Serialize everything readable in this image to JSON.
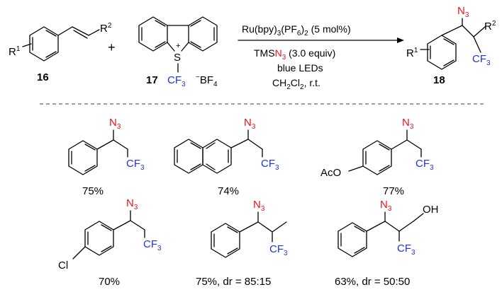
{
  "colors": {
    "azide": "#e8141c",
    "cf3": "#2233dd",
    "text": "#000000"
  },
  "scheme": {
    "reactant_alkene": {
      "label": "16",
      "r1": "R",
      "r1_sup": "1",
      "r2": "R",
      "r2_sup": "2"
    },
    "plus": "+",
    "reagent": {
      "label": "17",
      "charge": "+",
      "s": "S",
      "cf3": "CF",
      "cf3_sub": "3",
      "counterion": "BF",
      "counterion_charge": "−",
      "counterion_sub": "4"
    },
    "conditions": {
      "catalyst": "Ru(bpy)",
      "cat_sub1": "3",
      "cat_mid": "(PF",
      "cat_sub2": "6",
      "cat_end": ")",
      "cat_sub3": "2",
      "cat_loading": " (5 mol%)",
      "tms": "TMS",
      "n3": "N",
      "n3_sub": "3",
      "tms_equiv": " (3.0 equiv)",
      "light": "blue LEDs",
      "solvent": "CH",
      "solv_sub1": "2",
      "solv_mid": "Cl",
      "solv_sub2": "2",
      "solv_end": ", r.t."
    },
    "product": {
      "label": "18",
      "r1": "R",
      "r1_sup": "1",
      "r2": "R",
      "r2_sup": "2"
    }
  },
  "group_labels": {
    "n3": "N",
    "n3_sub": "3",
    "cf": "CF",
    "cf_sub": "3"
  },
  "products": [
    {
      "yield": "75%"
    },
    {
      "yield": "74%"
    },
    {
      "yield": "77%",
      "substituent": "AcO"
    },
    {
      "yield": "70%",
      "substituent": "Cl"
    },
    {
      "yield": "75%, dr = 85:15"
    },
    {
      "yield": "63%, dr = 50:50",
      "substituent": "OH"
    }
  ]
}
